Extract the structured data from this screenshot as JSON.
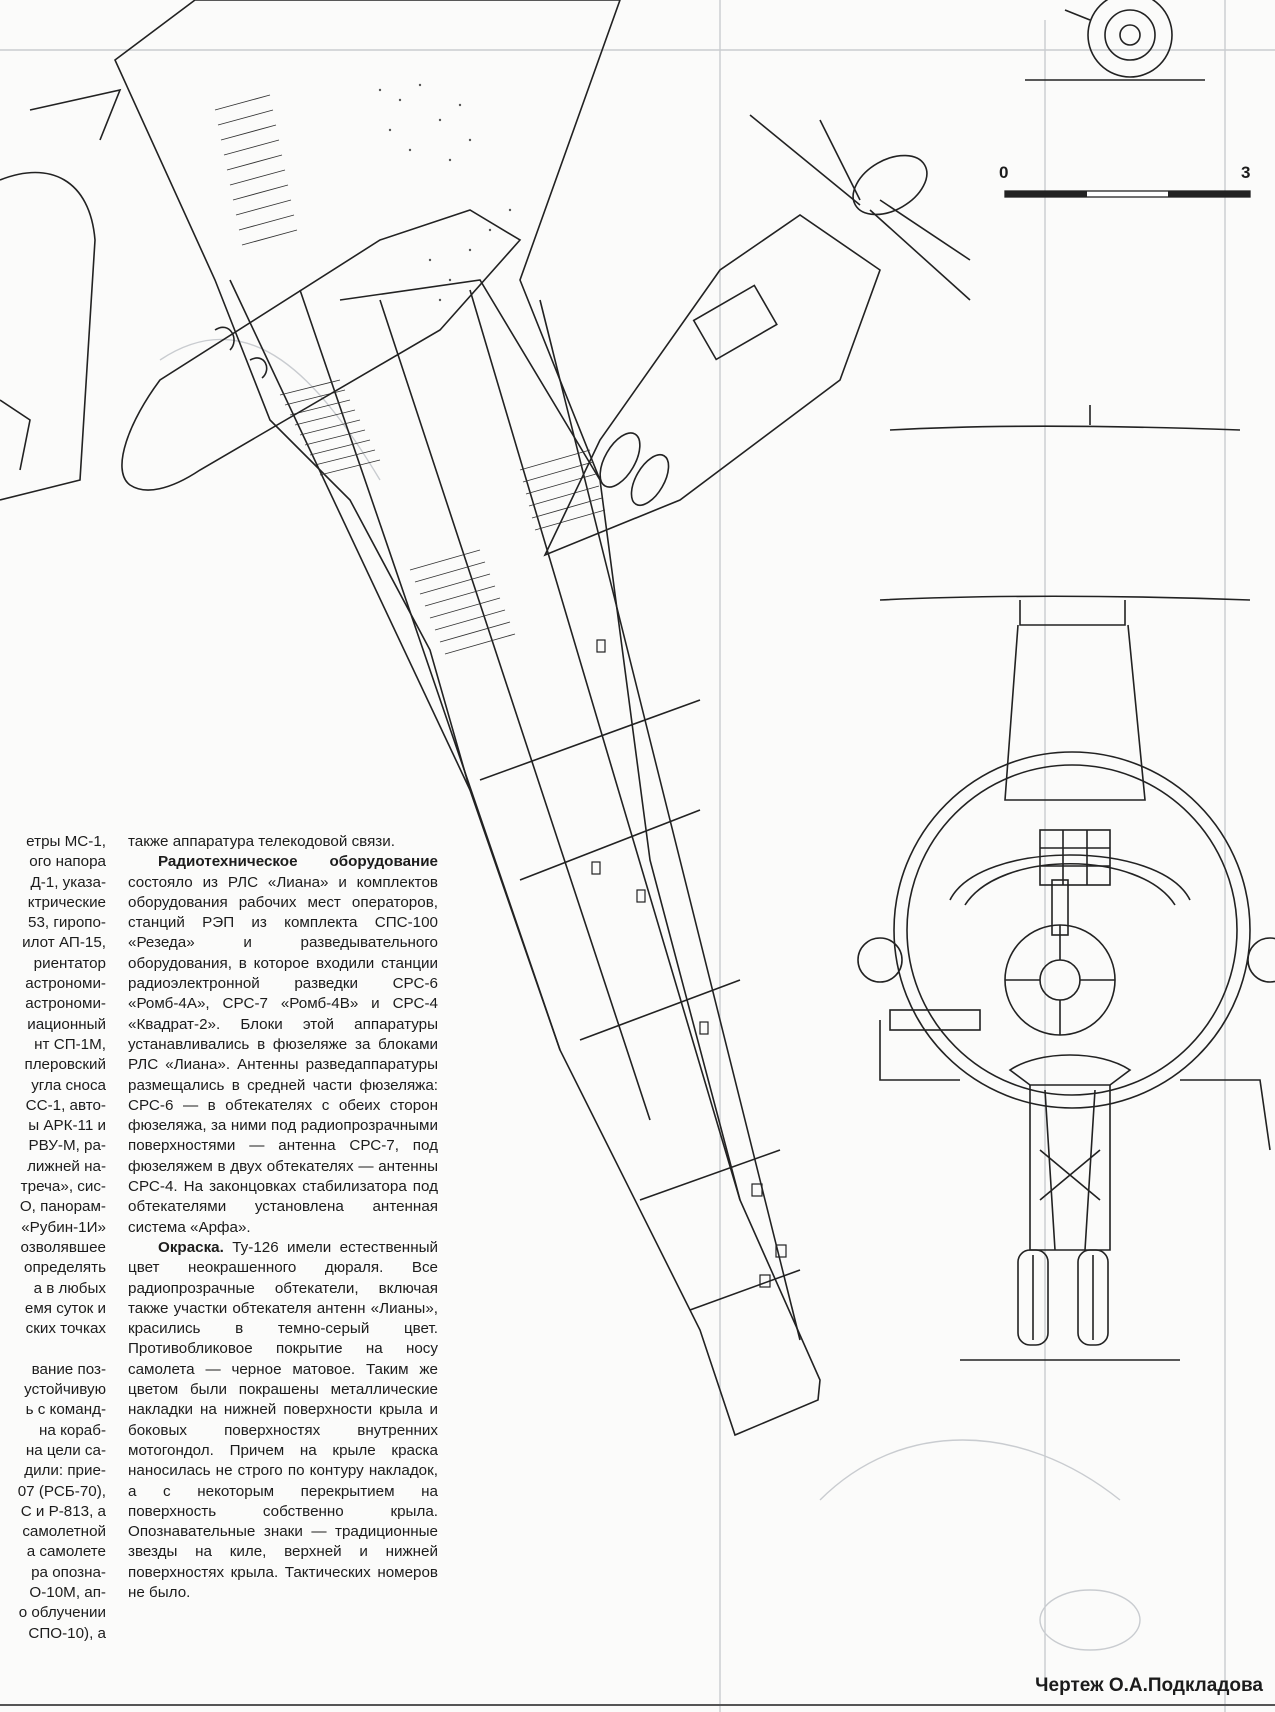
{
  "left_column": {
    "lines": [
      "етры МС-1,",
      "ого напора",
      "Д-1, указа-",
      "ктрические",
      "53, гиропо-",
      "илот АП-15,",
      "риентатор",
      "астрономи-",
      "астрономи-",
      "иационный",
      "нт СП-1М,",
      "плеровский",
      "угла сноса",
      "СС-1, авто-",
      "ы АРК-11 и",
      "РВУ-М, ра-",
      "лижней на-",
      "треча», сис-",
      "О, панорам-",
      "«Рубин-1И»",
      "озволявшее",
      "определять",
      "а в любых",
      "емя суток и",
      "ских точках",
      "",
      "вание поз-",
      "устойчивую",
      "ь с команд-",
      "на кораб-",
      "на цели са-",
      "дили: прие-",
      "07 (РСБ-70),",
      "С и Р-813, а",
      "самолетной",
      "а самолете",
      "ра опозна-",
      "О-10М, ап-",
      "о облучении",
      "СПО-10), а"
    ]
  },
  "middle_column": {
    "p1": "также аппаратура телекодовой связи.",
    "p2_heading": "Радиотехническое оборудование",
    "p2_body": " состояло из РЛС «Лиана» и комплектов оборудования рабочих мест операторов, станций РЭП из комплекта СПС-100 «Резеда» и разведывательного оборудования, в которое входили станции радиоэлектронной разведки СРС-6 «Ромб-4А», СРС-7 «Ромб-4В» и СРС-4 «Квадрат-2». Блоки этой аппаратуры устанавливались в фюзеляже за блоками РЛС «Лиана». Антенны разведаппаратуры размещались в средней части фюзеляжа: СРС-6 — в обтекателях с обеих сторон фюзеляжа, за ними под радиопрозрачными поверхностями — антенна СРС-7, под фюзеляжем в двух обтекателях — антенны СРС-4. На законцовках стабилизатора под обтекателями установлена антенная система «Арфа».",
    "p3_heading": "Окраска.",
    "p3_body": " Ту-126 имели естественный цвет неокрашенного дюраля. Все радиопрозрачные обтекатели, включая также участки обтекателя антенн «Лианы», красились в темно-серый цвет. Противобликовое покрытие на носу самолета — черное матовое. Таким же цветом были покрашены металлические накладки на нижней поверхности крыла и боковых поверхностях внутренних мотогондол. Причем на крыле краска наносилась не строго по контуру накладок, а с некоторым перекрытием на поверхность собственно крыла. Опознавательные знаки — традиционные звезды на киле, верхней и нижней поверхностях крыла. Тактических номеров не было."
  },
  "scale_bar": {
    "start": "0",
    "end": "3"
  },
  "credit": "Чертеж О.А.Подкладова",
  "colors": {
    "paper": "#fbfbfa",
    "ink": "#1c1c1c",
    "ghost": "#c9ccd0"
  }
}
